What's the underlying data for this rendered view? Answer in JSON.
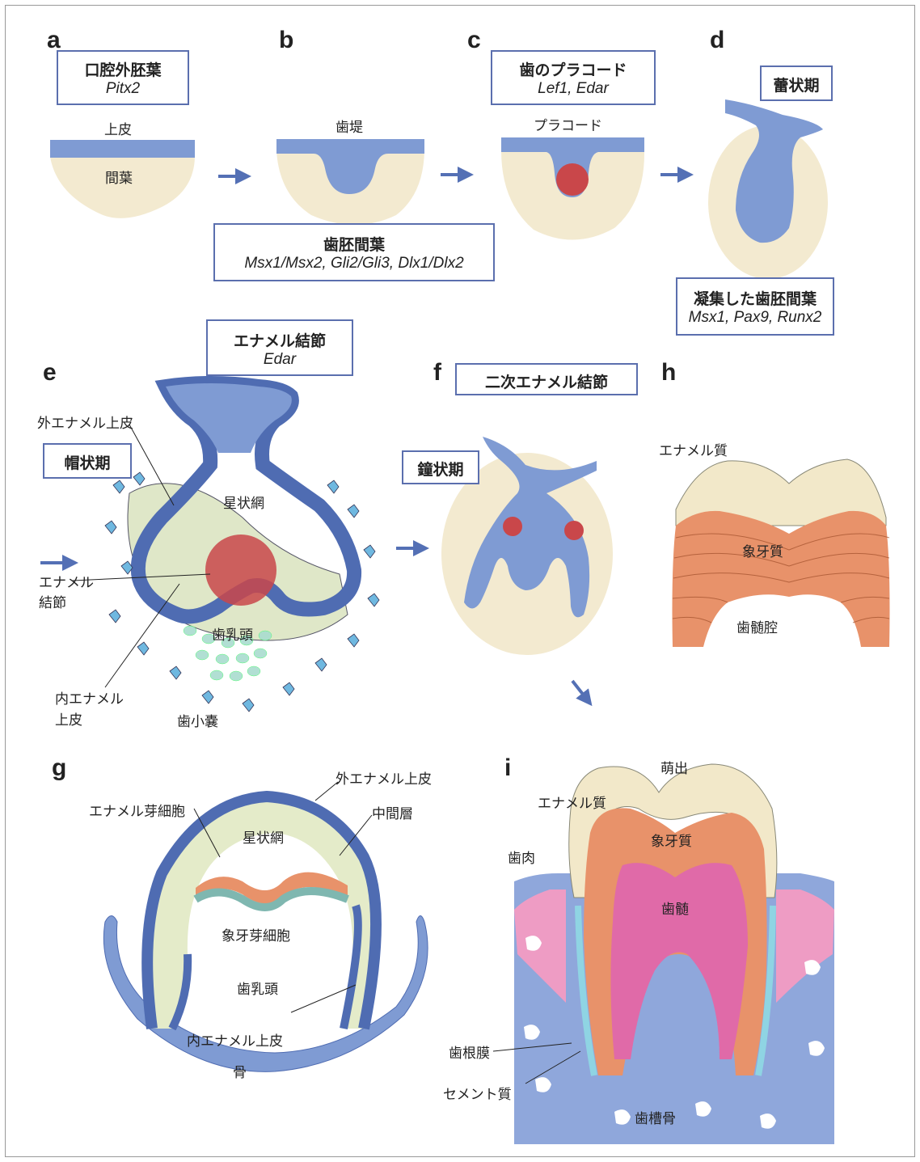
{
  "panels": {
    "a": {
      "letter": "a",
      "box_title": "口腔外胚葉",
      "box_gene": "Pitx2",
      "epithelium": "上皮",
      "mesenchyme": "間葉"
    },
    "b": {
      "letter": "b",
      "label": "歯堤",
      "box_title": "歯胚間葉",
      "box_gene": "Msx1/Msx2, Gli2/Gli3, Dlx1/Dlx2"
    },
    "c": {
      "letter": "c",
      "box_title": "歯のプラコード",
      "box_gene": "Lef1, Edar",
      "label": "プラコード"
    },
    "d": {
      "letter": "d",
      "box_title": "蕾状期",
      "box2_title": "凝集した歯胚間葉",
      "box2_gene": "Msx1, Pax9, Runx2"
    },
    "e": {
      "letter": "e",
      "box_title": "エナメル結節",
      "box_gene": "Edar",
      "stage": "帽状期",
      "outer_epithelium": "外エナメル上皮",
      "stellate": "星状網",
      "knot_line1": "エナメル",
      "knot_line2": "結節",
      "papilla": "歯乳頭",
      "inner_line1": "内エナメル",
      "inner_line2": "上皮",
      "follicle": "歯小嚢"
    },
    "f": {
      "letter": "f",
      "box_title": "二次エナメル結節",
      "stage": "鐘状期"
    },
    "h": {
      "letter": "h",
      "enamel": "エナメル質",
      "dentin": "象牙質",
      "pulp_cavity": "歯髄腔"
    },
    "g": {
      "letter": "g",
      "outer_epithelium": "外エナメル上皮",
      "ameloblast": "エナメル芽細胞",
      "intermediate": "中間層",
      "stellate": "星状網",
      "odontoblast": "象牙芽細胞",
      "papilla": "歯乳頭",
      "inner_epithelium": "内エナメル上皮",
      "bone": "骨"
    },
    "i": {
      "letter": "i",
      "eruption": "萌出",
      "enamel": "エナメル質",
      "dentin": "象牙質",
      "gum": "歯肉",
      "pulp": "歯髄",
      "pdl": "歯根膜",
      "cementum": "セメント質",
      "alveolar_bone": "歯槽骨"
    }
  },
  "colors": {
    "epithelium_blue": "#7f9bd3",
    "mesenchyme_beige": "#f3ead0",
    "knot_red": "#c9474a",
    "dentin_orange": "#e8926a",
    "pulp_pink": "#e06aa8",
    "gum_pink": "#ee9cc4",
    "cementum_cyan": "#8fd4e3",
    "enamel_cream": "#f2e8c9",
    "box_border": "#5b6fae"
  }
}
